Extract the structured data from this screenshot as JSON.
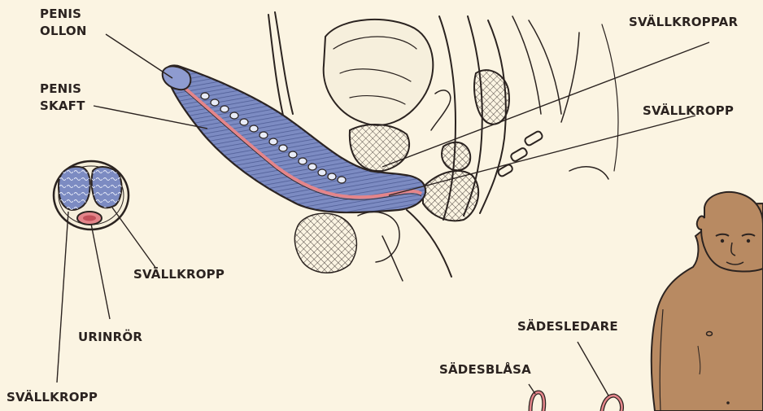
{
  "colors": {
    "background": "#fbf4e2",
    "erectile_tissue": "#7c8bc2",
    "erectile_tissue_dark": "#3f4f93",
    "urethra": "#e4858a",
    "outline": "#2b2320",
    "skin": "#b88a62"
  },
  "labels": {
    "penis_ollon": [
      "PENIS",
      "OLLON"
    ],
    "penis_skaft": [
      "PENIS",
      "SKAFT"
    ],
    "svallkroppar": "SVÄLLKROPPAR",
    "svallkropp_right": "SVÄLLKROPP",
    "svallkropp_cross": "SVÄLLKROPP",
    "urinror": "URINRÖR",
    "svallkropp_bottom": "SVÄLLKROPP",
    "sadesledare": "SÄDESLEDARE",
    "sadesblasa": "SÄDESBLÅSA"
  },
  "icons": [
    "cross-section-icon",
    "sagittal-anatomy-icon",
    "human-figure-icon"
  ]
}
